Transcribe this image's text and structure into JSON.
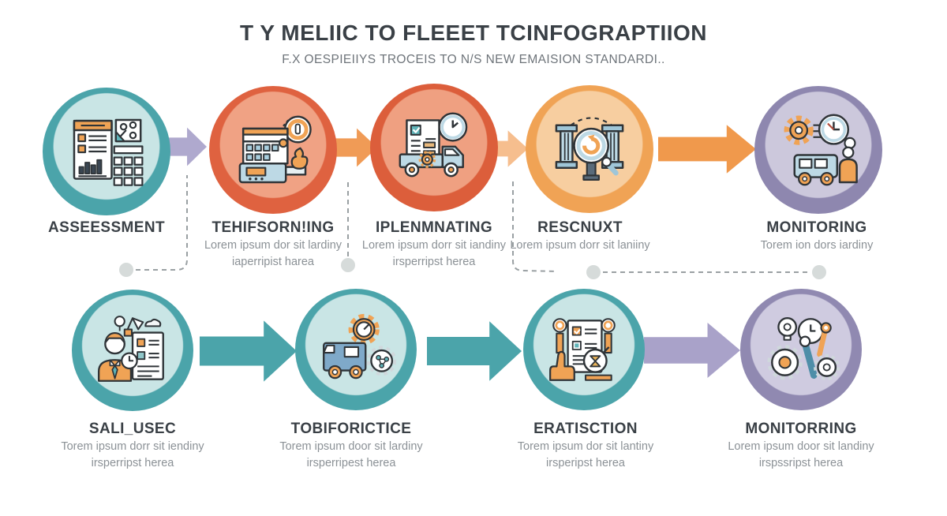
{
  "header": {
    "title": "T Y MELIIC TO FLEEET TCINFOGRAPTIION",
    "subtitle": "F.X OESPIEIIYS TROCEIS TO N/S NEW EMAISION STANDARDI.."
  },
  "top_row": {
    "steps": [
      {
        "label": "ASSEESSMENT",
        "icon": "document-chart-calculator-icon",
        "circle_color": "#4BA4AA"
      },
      {
        "label": "TEHIFSORN!ING",
        "desc1": "Lorem ipsum dor sit lardiny",
        "desc2": "iaperripist harea",
        "icon": "factory-flame-icon",
        "circle_color": "#DF6240"
      },
      {
        "label": "IPLENMNATING",
        "desc1": "Lorem ipsum dorr sit iandiny",
        "desc2": "irsperripst herea",
        "icon": "delivery-truck-clock-icon",
        "circle_color": "#DC5E3B"
      },
      {
        "label": "RESCNUXT",
        "desc1": "Lorem ipsum dorr sit laniiny",
        "icon": "columns-magnifier-icon",
        "circle_color": "#F0A355"
      },
      {
        "label": "MONITORING",
        "desc1": "Torem ion dors iardiny",
        "icon": "fleet-gear-clock-icon",
        "circle_color": "#8E87AF"
      }
    ]
  },
  "bottom_row": {
    "steps": [
      {
        "label": "SALI_USEC",
        "desc1": "Torem ipsum dorr sit iendiny",
        "desc2": "irsperripst herea",
        "icon": "advisor-checklist-icon",
        "circle_color": "#4BA4AA"
      },
      {
        "label": "TOBIFORICTICE",
        "desc1": "Torem ipsum door sit lardiny",
        "desc2": "irsperripest herea",
        "icon": "van-gauge-gear-icon",
        "circle_color": "#4BA4AA"
      },
      {
        "label": "ERATISCTION",
        "desc1": "Torem ipsum dor sit lantiny",
        "desc2": "irsperipst herea",
        "icon": "hand-checklist-magnifier-icon",
        "circle_color": "#4BA4AA"
      },
      {
        "label": "MONITORRING",
        "desc1": "Lorem ipsum door sit landiny",
        "desc2": "irspssripst herea",
        "icon": "gears-wrench-clock-icon",
        "circle_color": "#9089B1"
      }
    ]
  },
  "arrows": {
    "top": [
      {
        "color": "#AFA9CE"
      },
      {
        "color": "#F09B56"
      },
      {
        "color": "#F6BE8E"
      },
      {
        "color": "#F0994C"
      }
    ],
    "bottom": [
      {
        "color": "#4BA4AA"
      },
      {
        "color": "#4BA4AA"
      },
      {
        "color": "#A9A2C9"
      }
    ]
  },
  "palette": {
    "teal": "#4BA4AA",
    "vermillion": "#DF6240",
    "orange": "#F0A355",
    "purple": "#8E87AF",
    "title_text": "#3A4046",
    "body_text": "#8B9196",
    "connector_gray": "#9AA0A3",
    "dot_gray": "#D6DBDA",
    "background": "#FFFFFF"
  }
}
